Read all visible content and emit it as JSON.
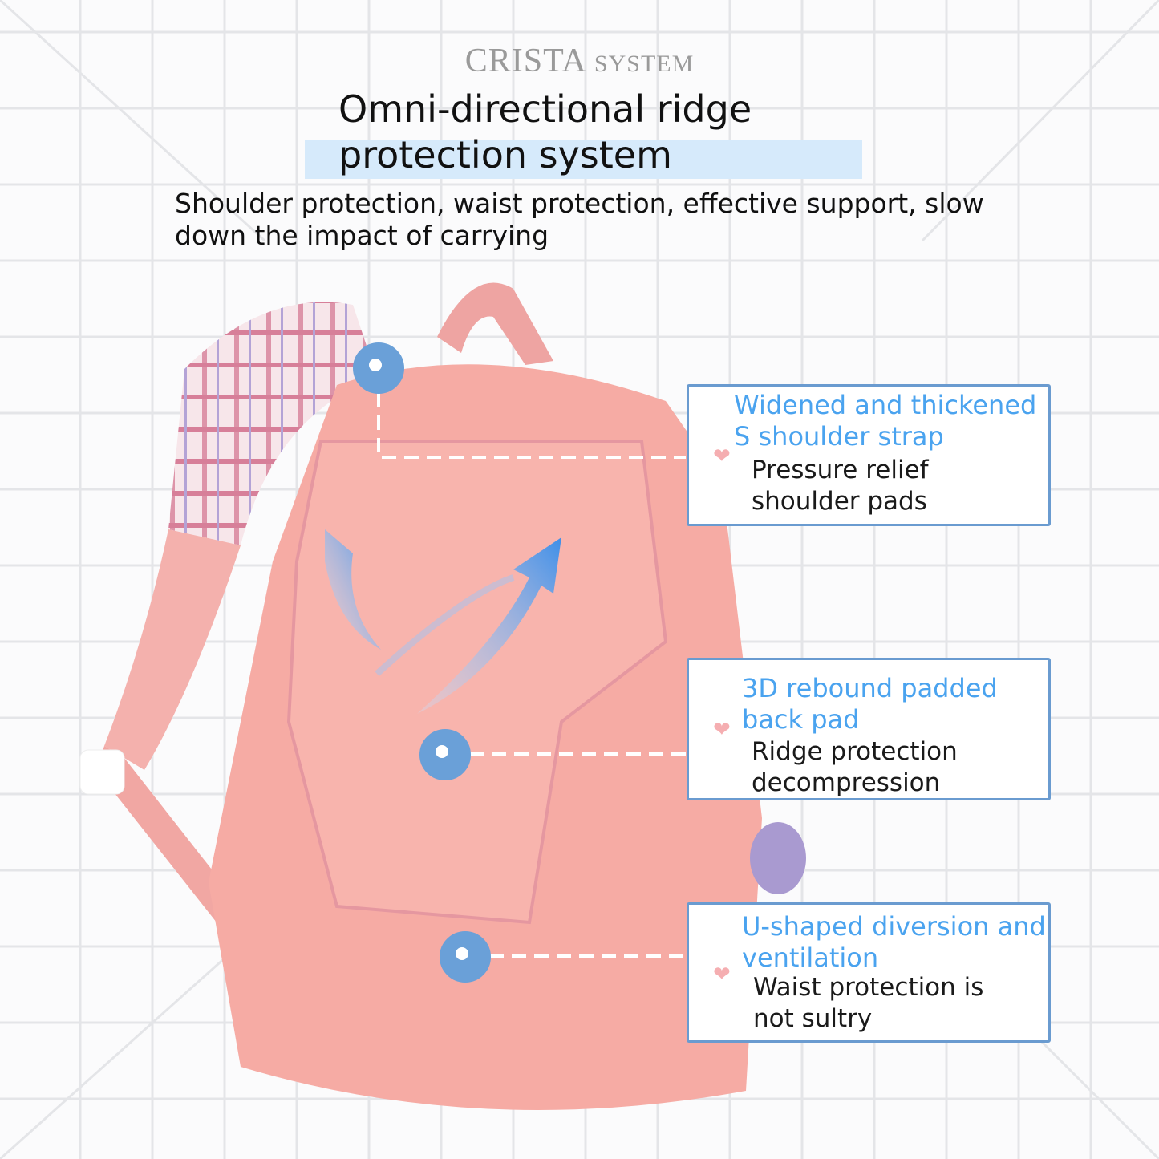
{
  "brand": {
    "name": "CRISTA",
    "suffix": "SYSTEM"
  },
  "header": {
    "title_line1": "Omni-directional ridge",
    "title_line2": "protection system",
    "subtitle": "Shoulder protection,  waist protection, effective support, slow down the impact of carrying"
  },
  "callouts": [
    {
      "heading_line1": "Widened and thickened",
      "heading_line2": "S shoulder strap",
      "desc_line1": "Pressure relief",
      "desc_line2": "shoulder pads"
    },
    {
      "heading_line1": "3D rebound padded",
      "heading_line2": "back pad",
      "desc_line1": "Ridge protection",
      "desc_line2": "decompression"
    },
    {
      "heading_line1": "U-shaped diversion and",
      "heading_line2": "ventilation",
      "desc_line1": "Waist protection is",
      "desc_line2": "not sultry"
    }
  ],
  "colors": {
    "accent": "#4aa3ef",
    "border": "#6a9bd0",
    "bag": "#f6a9a3",
    "highlight": "#d6eafb"
  }
}
